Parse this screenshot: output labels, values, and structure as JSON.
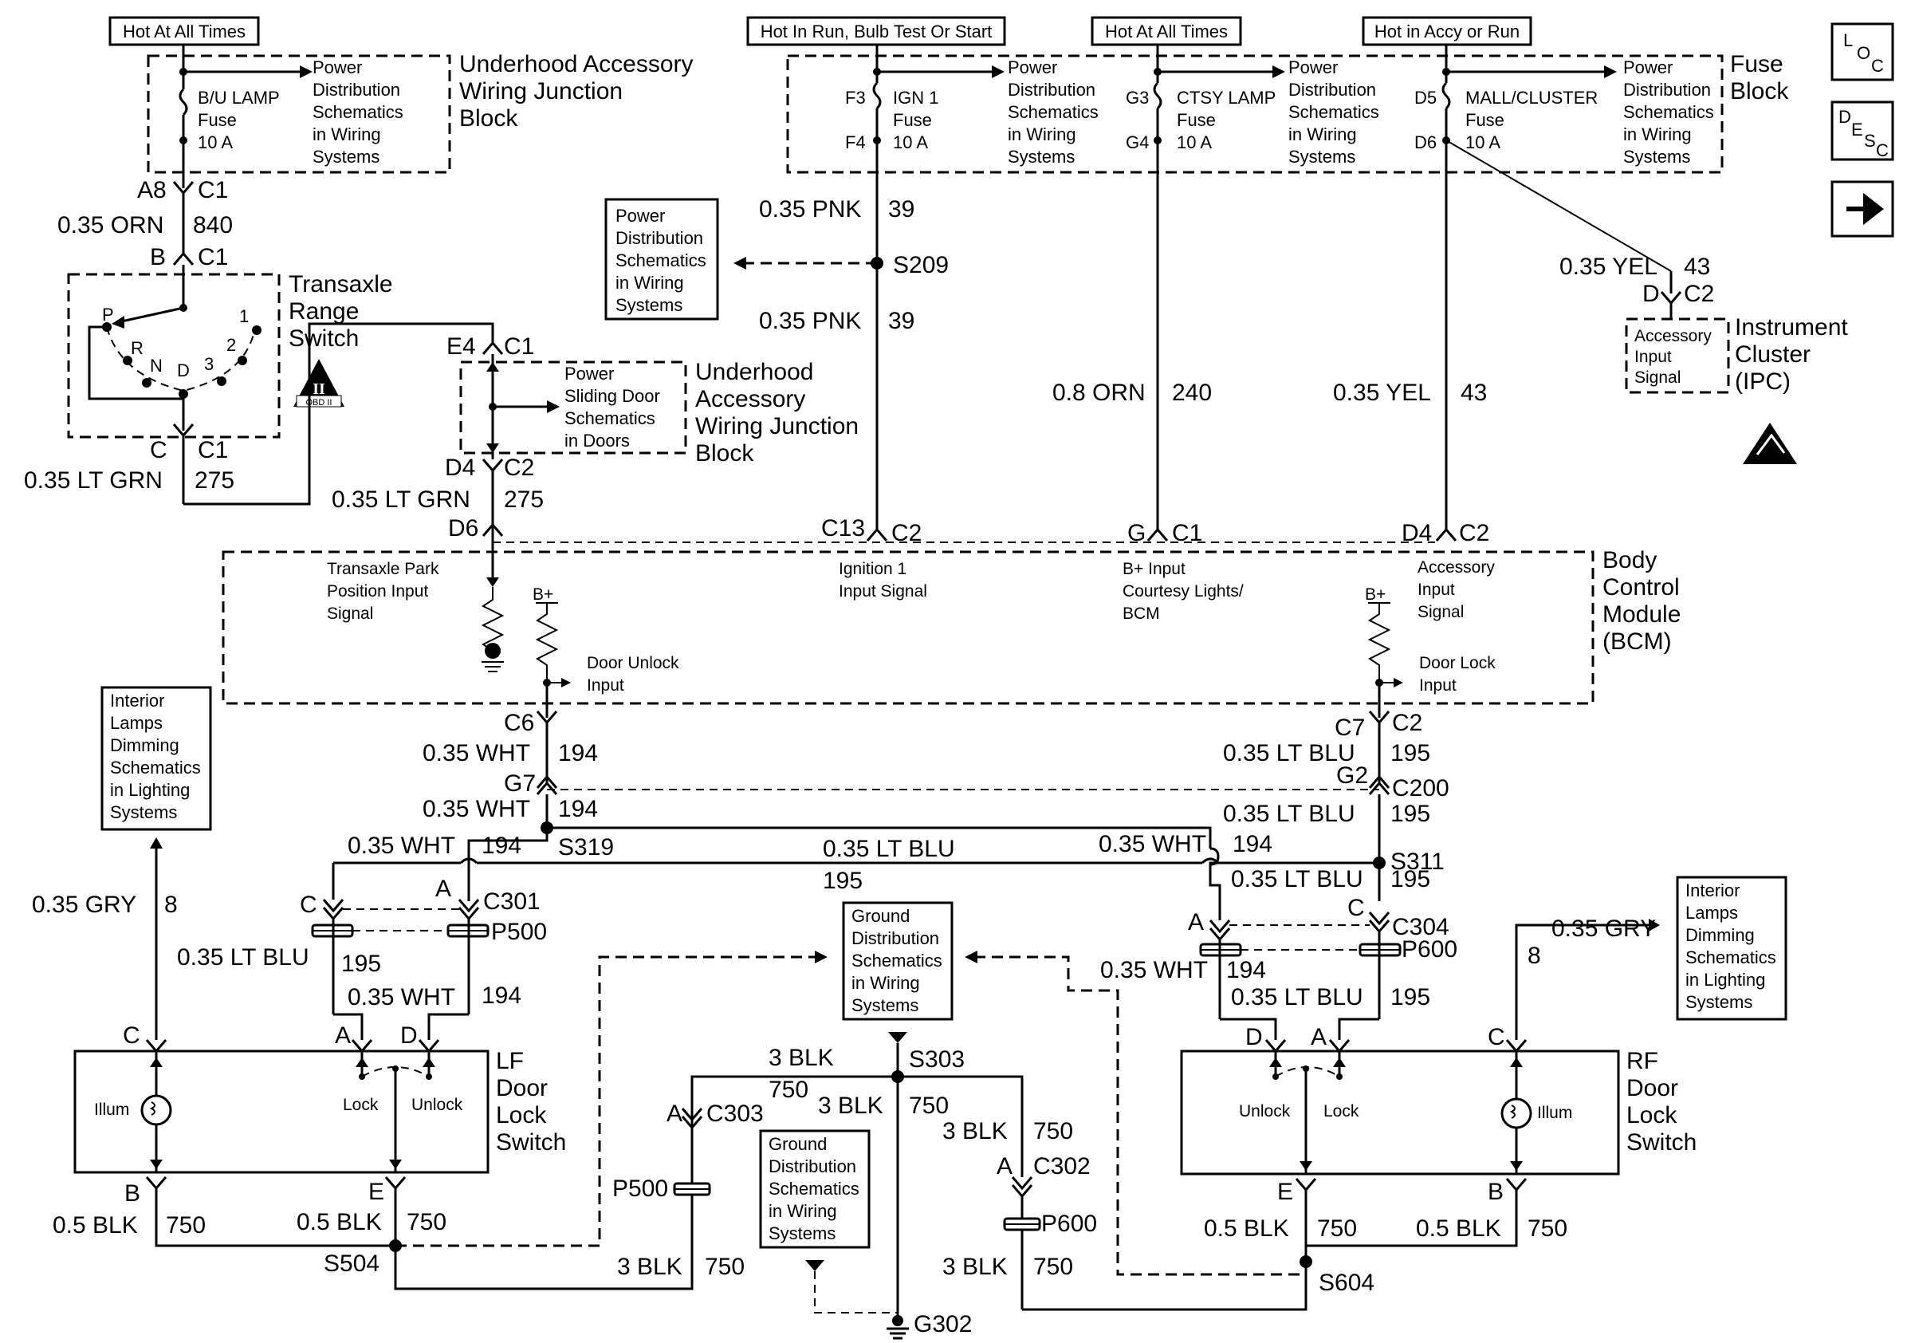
{
  "supply_labels": {
    "hot_all_times_1": "Hot At All Times",
    "hot_run": "Hot In Run, Bulb Test Or Start",
    "hot_all_times_2": "Hot At All Times",
    "hot_accy": "Hot in Accy or Run"
  },
  "icons": {
    "loc": "LOC",
    "desc": "DESC",
    "next": "arrow-right"
  },
  "modules": {
    "underhood_1": [
      "Underhood Accessory",
      "Wiring Junction",
      "Block"
    ],
    "underhood_2": [
      "Underhood",
      "Accessory",
      "Wiring Junction",
      "Block"
    ],
    "fuse_block": [
      "Fuse",
      "Block"
    ],
    "trs": [
      "Transaxle",
      "Range",
      "Switch"
    ],
    "bcm": [
      "Body",
      "Control",
      "Module",
      "(BCM)"
    ],
    "ipc": [
      "Instrument",
      "Cluster",
      "(IPC)"
    ],
    "lf_switch": [
      "LF",
      "Door",
      "Lock",
      "Switch"
    ],
    "rf_switch": [
      "RF",
      "Door",
      "Lock",
      "Switch"
    ]
  },
  "fuses": {
    "bu_lamp": [
      "B/U LAMP",
      "Fuse",
      "10 A"
    ],
    "ign1": [
      "IGN 1",
      "Fuse",
      "10 A"
    ],
    "ctsy": [
      "CTSY LAMP",
      "Fuse",
      "10 A"
    ],
    "mall": [
      "MALL/CLUSTER",
      "Fuse",
      "10 A"
    ]
  },
  "refs": {
    "pd_systems": [
      "Power",
      "Distribution",
      "Schematics",
      "in Wiring",
      "Systems"
    ],
    "pd_doors": [
      "Power",
      "Sliding Door",
      "Schematics",
      "in Doors"
    ],
    "ground": [
      "Ground",
      "Distribution",
      "Schematics",
      "in Wiring",
      "Systems"
    ],
    "dimming": [
      "Interior",
      "Lamps",
      "Dimming",
      "Schematics",
      "in Lighting",
      "Systems"
    ],
    "ipc_acc": [
      "Accessory",
      "Input",
      "Signal"
    ]
  },
  "bcm_inputs": {
    "park": [
      "Transaxle Park",
      "Position Input",
      "Signal"
    ],
    "ign": [
      "Ignition 1",
      "Input Signal"
    ],
    "bplus": [
      "B+ Input",
      "Courtesy Lights/",
      "BCM"
    ],
    "acc": [
      "Accessory",
      "Input",
      "Signal"
    ],
    "unlock": [
      "Door Unlock",
      "Input"
    ],
    "lock": [
      "Door Lock",
      "Input"
    ],
    "bplus_lbl": "B+"
  },
  "switch_labels": {
    "illum": "Illum",
    "lock": "Lock",
    "unlock": "Unlock"
  },
  "trs_positions": [
    "P",
    "R",
    "N",
    "D",
    "3",
    "2",
    "1"
  ],
  "obd": "OBD II",
  "pins": {
    "a8": "A8",
    "c1": "C1",
    "b": "B",
    "c": "C",
    "e4": "E4",
    "d4": "D4",
    "c2": "C2",
    "d6": "D6",
    "c13": "C13",
    "g": "G",
    "d4b": "D4",
    "f3": "F3",
    "f4": "F4",
    "g3": "G3",
    "g4": "G4",
    "d5": "D5",
    "d6b": "D6",
    "d": "D",
    "c6": "C6",
    "c7": "C7",
    "g7": "G7",
    "g2": "G2",
    "c200": "C200",
    "a": "A",
    "c301": "C301",
    "c304": "C304",
    "c303": "C303",
    "c302": "C302",
    "e": "E"
  },
  "splices": {
    "s209": "S209",
    "s319": "S319",
    "s311": "S311",
    "s303": "S303",
    "s504": "S504",
    "s604": "S604",
    "g302": "G302",
    "p500": "P500",
    "p600": "P600"
  },
  "wires": {
    "orn840": [
      "0.35 ORN",
      "840"
    ],
    "ltgrn275": [
      "0.35 LT GRN",
      "275"
    ],
    "pnk39": [
      "0.35 PNK",
      "39"
    ],
    "orn240": [
      "0.8 ORN",
      "240"
    ],
    "yel43": [
      "0.35 YEL",
      "43"
    ],
    "wht194": [
      "0.35 WHT",
      "194"
    ],
    "ltblu195": [
      "0.35 LT BLU",
      "195"
    ],
    "gry8": [
      "0.35 GRY",
      "8"
    ],
    "blk750": [
      "0.5 BLK",
      "750"
    ],
    "blk3_750": [
      "3 BLK",
      "750"
    ],
    "num750": "750"
  }
}
